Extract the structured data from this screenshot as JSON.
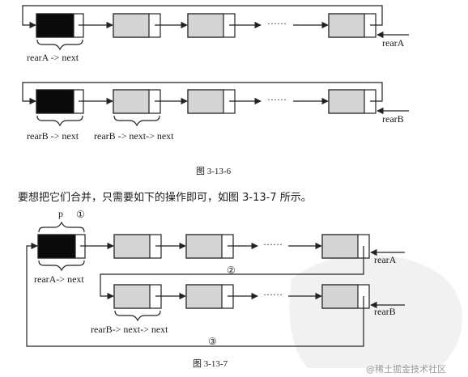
{
  "diagram": {
    "labels": {
      "rearA": "rearA",
      "rearB": "rearB",
      "rearA_next": "rearA -> next",
      "rearB_next": "rearB -> next",
      "rearB_next_next": "rearB -> next-> next",
      "p": "p",
      "step1": "①",
      "step2": "②",
      "step3": "③",
      "rearA_2": "rearA",
      "rearB_2": "rearB",
      "rearA_next_2": "rearA-> next",
      "rearB_next_next_2": "rearB-> next-> next",
      "ellipsis": "······"
    },
    "captions": {
      "fig6": "图 3-13-6",
      "fig7": "图 3-13-7"
    },
    "paragraph": "要想把它们合并，只需要如下的操作即可，如图 3-13-7 所示。",
    "watermark": "@稀土掘金技术社区",
    "colors": {
      "head_fill": "#0a0a0a",
      "node_fill": "#d4d4d4",
      "line": "#222222"
    }
  }
}
